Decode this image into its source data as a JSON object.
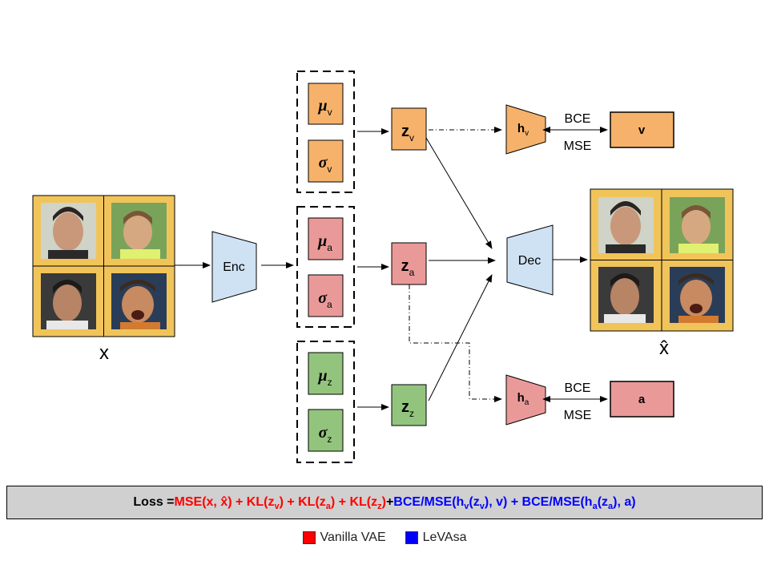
{
  "colors": {
    "orange": "#f6b26b",
    "red": "#ea9999",
    "green": "#93c47d",
    "blue_box": "#cfe2f3",
    "face_bg": "#f1c45a",
    "loss_red": "#ff0000",
    "loss_blue": "#0000ff",
    "loss_bg": "#d0d0d0"
  },
  "input": {
    "label": "x"
  },
  "output": {
    "label": "x̂"
  },
  "encoder": {
    "label": "Enc"
  },
  "decoder": {
    "label": "Dec"
  },
  "latents": {
    "v": {
      "mu": "μ",
      "sigma": "σ",
      "sub": "v",
      "z": "z"
    },
    "a": {
      "mu": "μ",
      "sigma": "σ",
      "sub": "a",
      "z": "z"
    },
    "z": {
      "mu": "μ",
      "sigma": "σ",
      "sub": "z",
      "z": "z"
    }
  },
  "heads": {
    "hv": {
      "label": "h",
      "sub": "v",
      "target": "v",
      "loss_top": "BCE",
      "loss_bottom": "MSE"
    },
    "ha": {
      "label": "h",
      "sub": "a",
      "target": "a",
      "loss_top": "BCE",
      "loss_bottom": "MSE"
    }
  },
  "loss": {
    "prefix": "Loss = ",
    "vae_part": "MSE(x, x̂) + KL(z",
    "sub_v": "v",
    "kl_a": ") + KL(z",
    "sub_a": "a",
    "kl_z": ") + KL(z",
    "sub_z": "z",
    "vae_close": ")",
    "plus": " + ",
    "lev_part1": "BCE/MSE(h",
    "lev_sub_v1": "v",
    "lev_part2": "(z",
    "lev_sub_v2": "v",
    "lev_part3": "), v) + BCE/MSE(h",
    "lev_sub_a1": "a",
    "lev_part4": "(z",
    "lev_sub_a2": "a",
    "lev_part5": "), a)"
  },
  "legend": [
    {
      "label": "Vanilla VAE",
      "color": "#ff0000"
    },
    {
      "label": "LeVAsa",
      "color": "#0000ff"
    }
  ]
}
